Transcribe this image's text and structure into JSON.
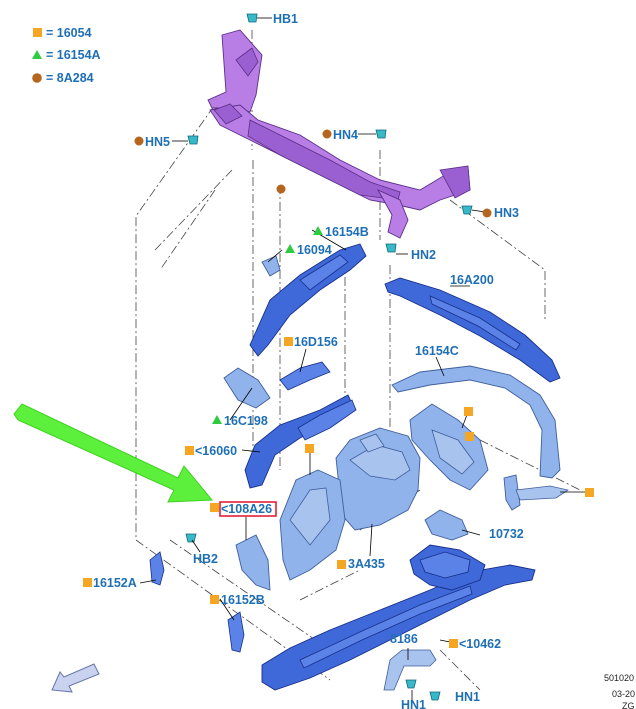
{
  "legend": {
    "square_code": "= 16054",
    "triangle_code": "= 16154A",
    "circle_code": "= 8A284"
  },
  "labels": {
    "hb1": "HB1",
    "hn5": "HN5",
    "hn4": "HN4",
    "hn3": "HN3",
    "l16154b": "16154B",
    "l16094": "16094",
    "hn2": "HN2",
    "l16a200": "16A200",
    "l16d156": "16D156",
    "l16154c": "16154C",
    "l16c198": "16C198",
    "l16060": "<16060",
    "l108a26": "<108A26",
    "l10732": "10732",
    "hb2": "HB2",
    "l3a435": "3A435",
    "l16152a": "16152A",
    "l16152b": "16152B",
    "l8186": "8186",
    "l10462": "<10462",
    "hn1_left": "HN1",
    "hn1_right": "HN1"
  },
  "footer": {
    "code_line1": "501020",
    "code_line2": "03-20",
    "code_line3": "ZG"
  },
  "colors": {
    "label_blue": "#1f6fb5",
    "marker_square": "#f5a623",
    "marker_triangle": "#2ecc40",
    "marker_circle": "#b5651d",
    "arrow_green": "#5cf03c",
    "highlight_box": "#e0102a"
  }
}
